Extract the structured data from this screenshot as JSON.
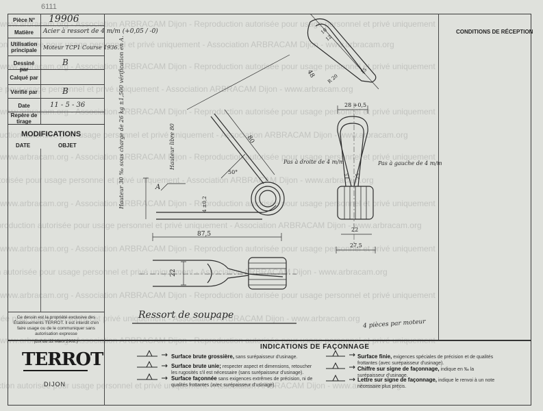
{
  "page_number": "6111",
  "title_block": {
    "piece_label": "Pièce N°",
    "piece_value": "19906",
    "matiere_label": "Matière",
    "matiere_value": "Acier à ressort de 4 m/m (+0,05 / -0)",
    "utilisation_label": "Utilisation principale",
    "utilisation_value": "Moteur TCP1 Course 1936.",
    "dessine_label": "Dessiné par",
    "dessine_value": "B",
    "calque_label": "Calqué par",
    "calque_value": "",
    "verifie_label": "Vérifié par",
    "verifie_value": "B",
    "date_label": "Date",
    "date_value": "11 - 5 - 36",
    "repere_label": "Repère de tirage",
    "repere_value": ""
  },
  "modifications": {
    "title": "MODIFICATIONS",
    "col_date": "DATE",
    "col_objet": "OBJET"
  },
  "legal_notice": {
    "text": "Ce dessin est la propriété exclusive des Établissements TERROT. Il est interdit d'en faire usage ou de le communiquer sans autorisation expresse",
    "law": "(Loi du 11 Mars 1902.)"
  },
  "logo": {
    "brand": "TERROT",
    "city": "DIJON"
  },
  "reception": {
    "title": "CONDITIONS DE RÉCEPTION"
  },
  "drawing": {
    "title": "Ressort de soupape",
    "quantity_note": "4 pièces par moteur",
    "side_note": "Hauteur 30 ‰ sous charge de 26 kg ±1,500 vérification en A.",
    "side_note_2": "Hauteur libre 80",
    "pas_droite": "Pas à droite de 4 m/m",
    "pas_gauche": "Pas à gauche de 4 m/m",
    "dims": {
      "d80": "80",
      "d48": "48",
      "d50": "50°",
      "d875": "87,5",
      "d22": "22",
      "d28": "28 +0,5",
      "d22b": "22",
      "d275": "27,5",
      "d15": "15",
      "d25": "25",
      "d4": "4 ±0,2",
      "r20": "R 20",
      "d10": "10",
      "d12": "12",
      "d15b": "15",
      "letter_a": "A"
    }
  },
  "legend": {
    "title": "INDICATIONS DE FAÇONNAGE",
    "items": [
      {
        "bold": "Surface brute grossière,",
        "rest": "sans surépaisseur d'usinage."
      },
      {
        "bold": "Surface brute unie;",
        "rest": "respecter aspect et dimensions, retoucher les rugosités s'il est nécessaire (sans surépaisseur d'usinage)."
      },
      {
        "bold": "Surface façonnée",
        "rest": "sans exigences extrêmes de précision, ni de qualités frottantes (avec surépaisseur d'usinage)."
      },
      {
        "bold": "Surface finie,",
        "rest": "exigences spéciales de précision et de qualités frottantes (avec surépaisseur d'usinage)."
      },
      {
        "bold": "Chiffre sur signe de façonnage,",
        "rest": "indique en ‰ la surépaisseur d'usinage."
      },
      {
        "bold": "Lettre sur signe de façonnage,",
        "rest": "indique le renvoi à un note nécessaire plus précis."
      }
    ]
  },
  "watermark": {
    "line1": "www.arbracam.org - Association ARBRACAM Dijon - Reproduction autorisée pour usage personnel et privé uniquement",
    "line2": "Reproduction autorisée pour usage personnel et privé uniquement - Association ARBRACAM Dijon - www.arbracam.org"
  },
  "colors": {
    "paper": "#dfe1dc",
    "ink": "#2a2a2a",
    "watermark": "#8a8a8a"
  }
}
